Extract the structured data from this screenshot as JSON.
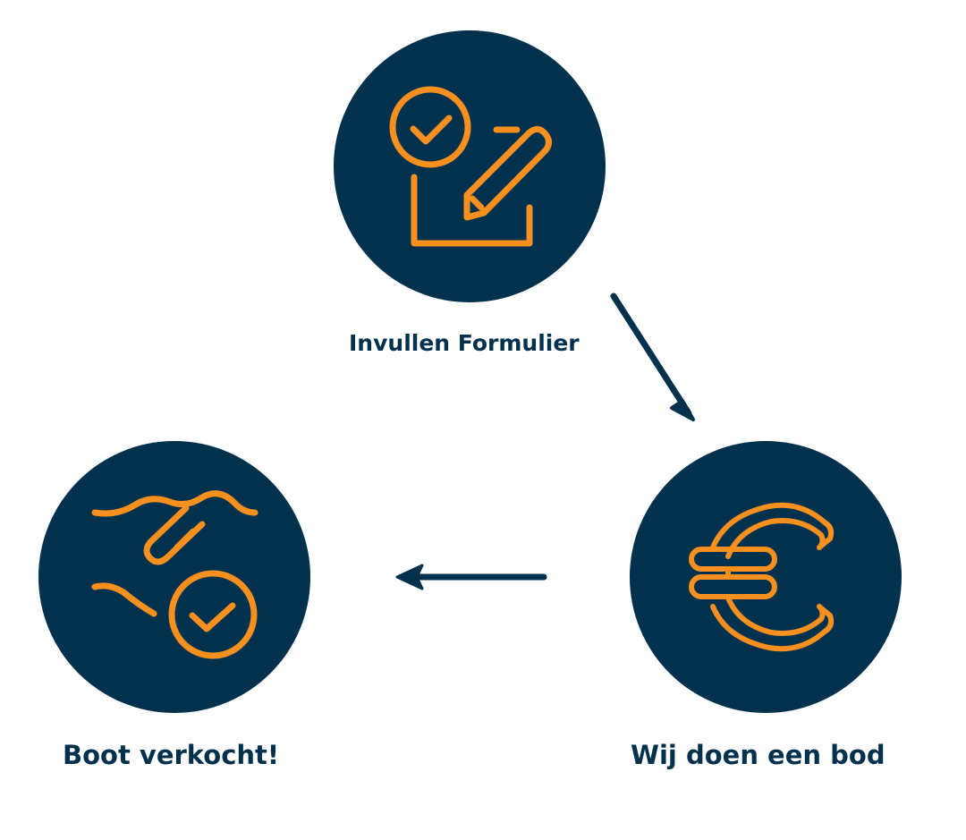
{
  "diagram": {
    "colors": {
      "circle_fill": "#02314d",
      "icon_stroke": "#f7901e",
      "arrow": "#02314d",
      "label_text": "#02314d",
      "background": "#ffffff"
    },
    "steps": [
      {
        "label": "Invullen Formulier",
        "icon": "form-checkmark-pencil-icon"
      },
      {
        "label": "Wij doen een bod",
        "icon": "euro-icon"
      },
      {
        "label": "Boot verkocht!",
        "icon": "handshake-check-icon"
      }
    ],
    "connections": [
      {
        "from": "Invullen Formulier",
        "to": "Wij doen een bod",
        "icon": "arrow-down-right-icon"
      },
      {
        "from": "Wij doen een bod",
        "to": "Boot verkocht!",
        "icon": "arrow-left-icon"
      }
    ]
  }
}
